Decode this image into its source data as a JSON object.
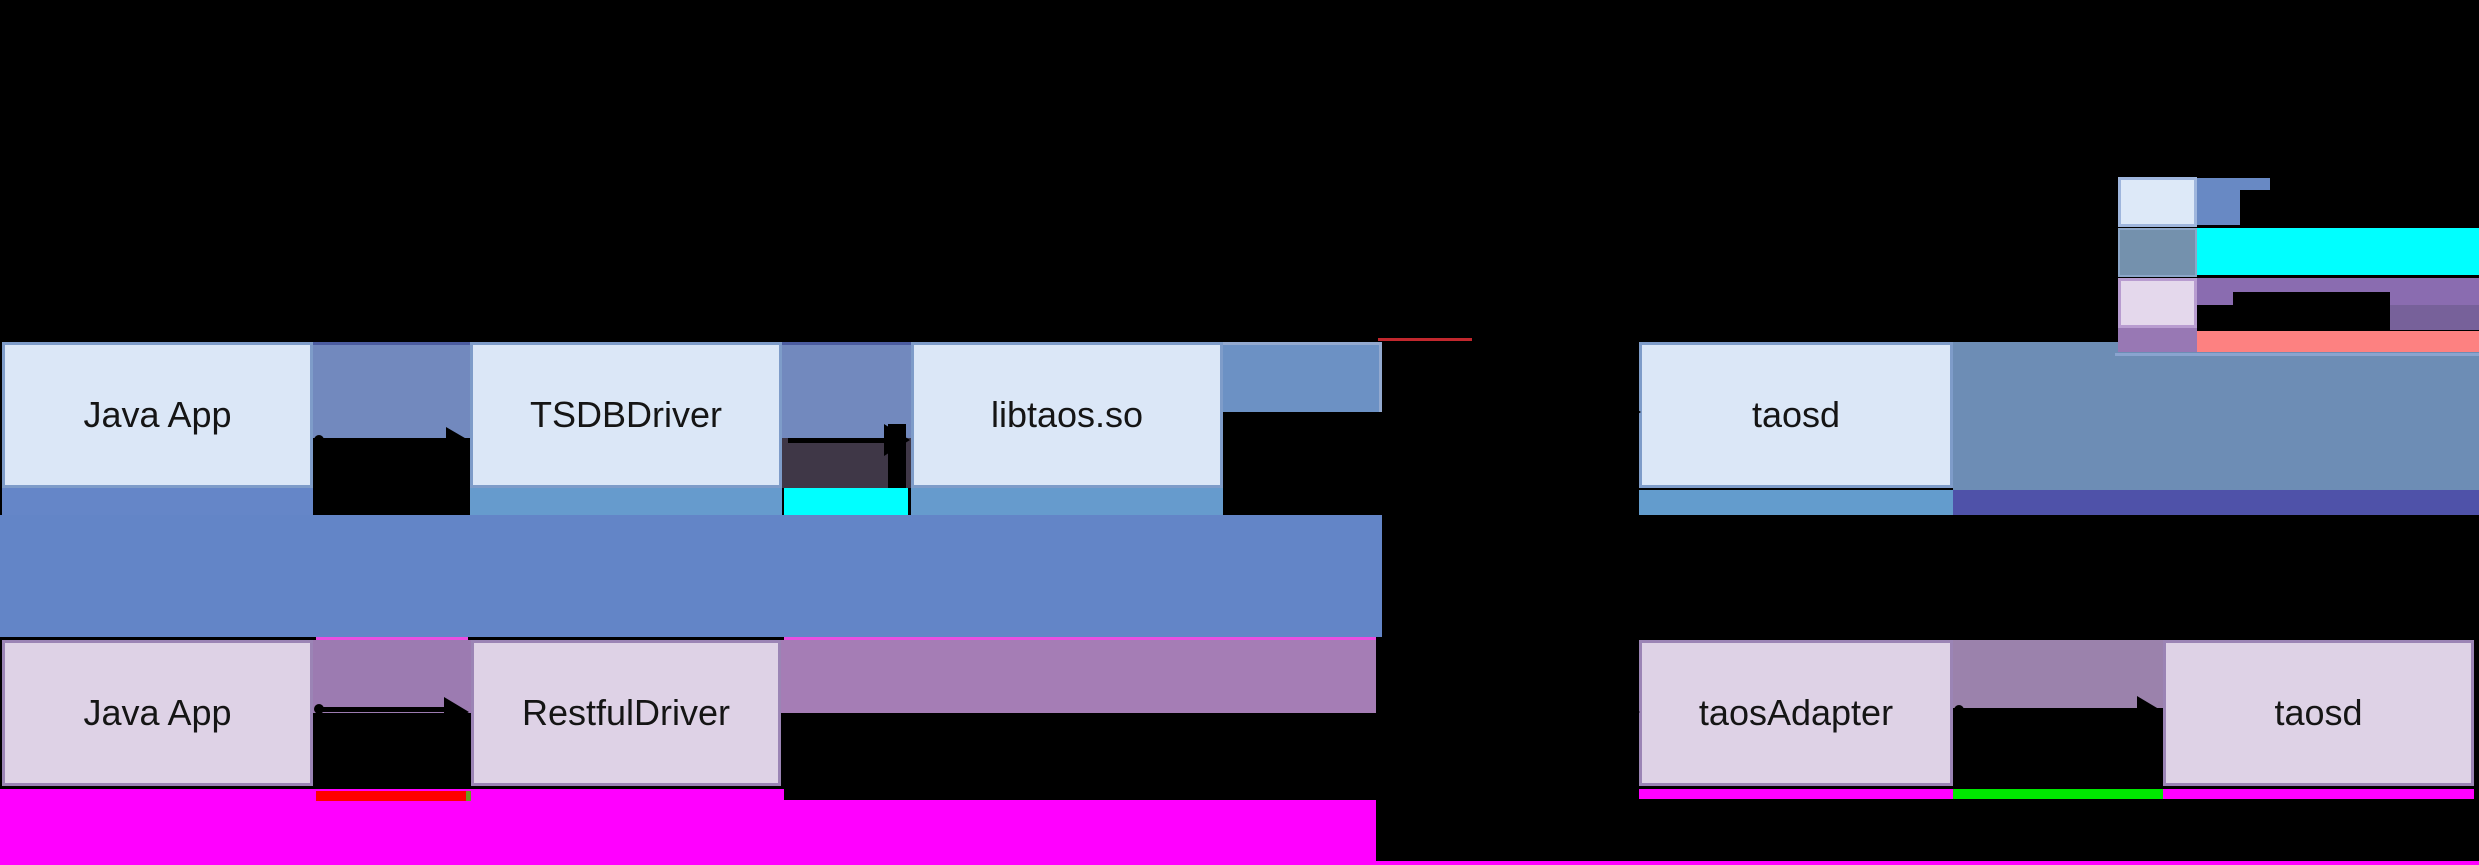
{
  "boxes": {
    "jni_app": "Java App",
    "jni_driver": "TSDBDriver",
    "jni_lib": "libtaos.so",
    "jni_server": "taosd",
    "rest_app": "Java App",
    "rest_driver": "RestfulDriver",
    "rest_adapter": "taosAdapter",
    "rest_server": "taosd"
  },
  "legend": {
    "entries": [
      {
        "name": "light-blue-box-swatch",
        "swatch_color": "#dde9f8",
        "line_color": "#6889c4"
      },
      {
        "name": "steel-blue-swatch",
        "swatch_color": "#7491ad",
        "line_color": "#00ffff"
      },
      {
        "name": "lavender-box-swatch",
        "swatch_color": "#e4d8ec",
        "line_color": "#8a6cb0",
        "line2_color": "#fd8181"
      }
    ]
  },
  "colors": {
    "background": "#000000",
    "light_blue_box_fill": "#dbe7f7",
    "light_blue_box_border": "#7e9cc9",
    "lavender_box_fill": "#ded2e6",
    "lavender_box_border": "#9b84b5",
    "periwinkle_connector": "#7289be",
    "big_band_blue": "#6385c7",
    "steel_band_blue": "#6d8db5",
    "under_strip_blue": "#669bcd",
    "indigo_strip": "#4f52a9",
    "dark_purple_block": "#3f3747",
    "mauve_connector": "#9c7bb1",
    "mauve_band": "#a57db5",
    "cyan": "#00ffff",
    "magenta": "#ff00ff",
    "red_strip": "#fe0000",
    "red_line": "#c1272d",
    "green_strip": "#00e800",
    "salmon_band": "#fd8181"
  }
}
